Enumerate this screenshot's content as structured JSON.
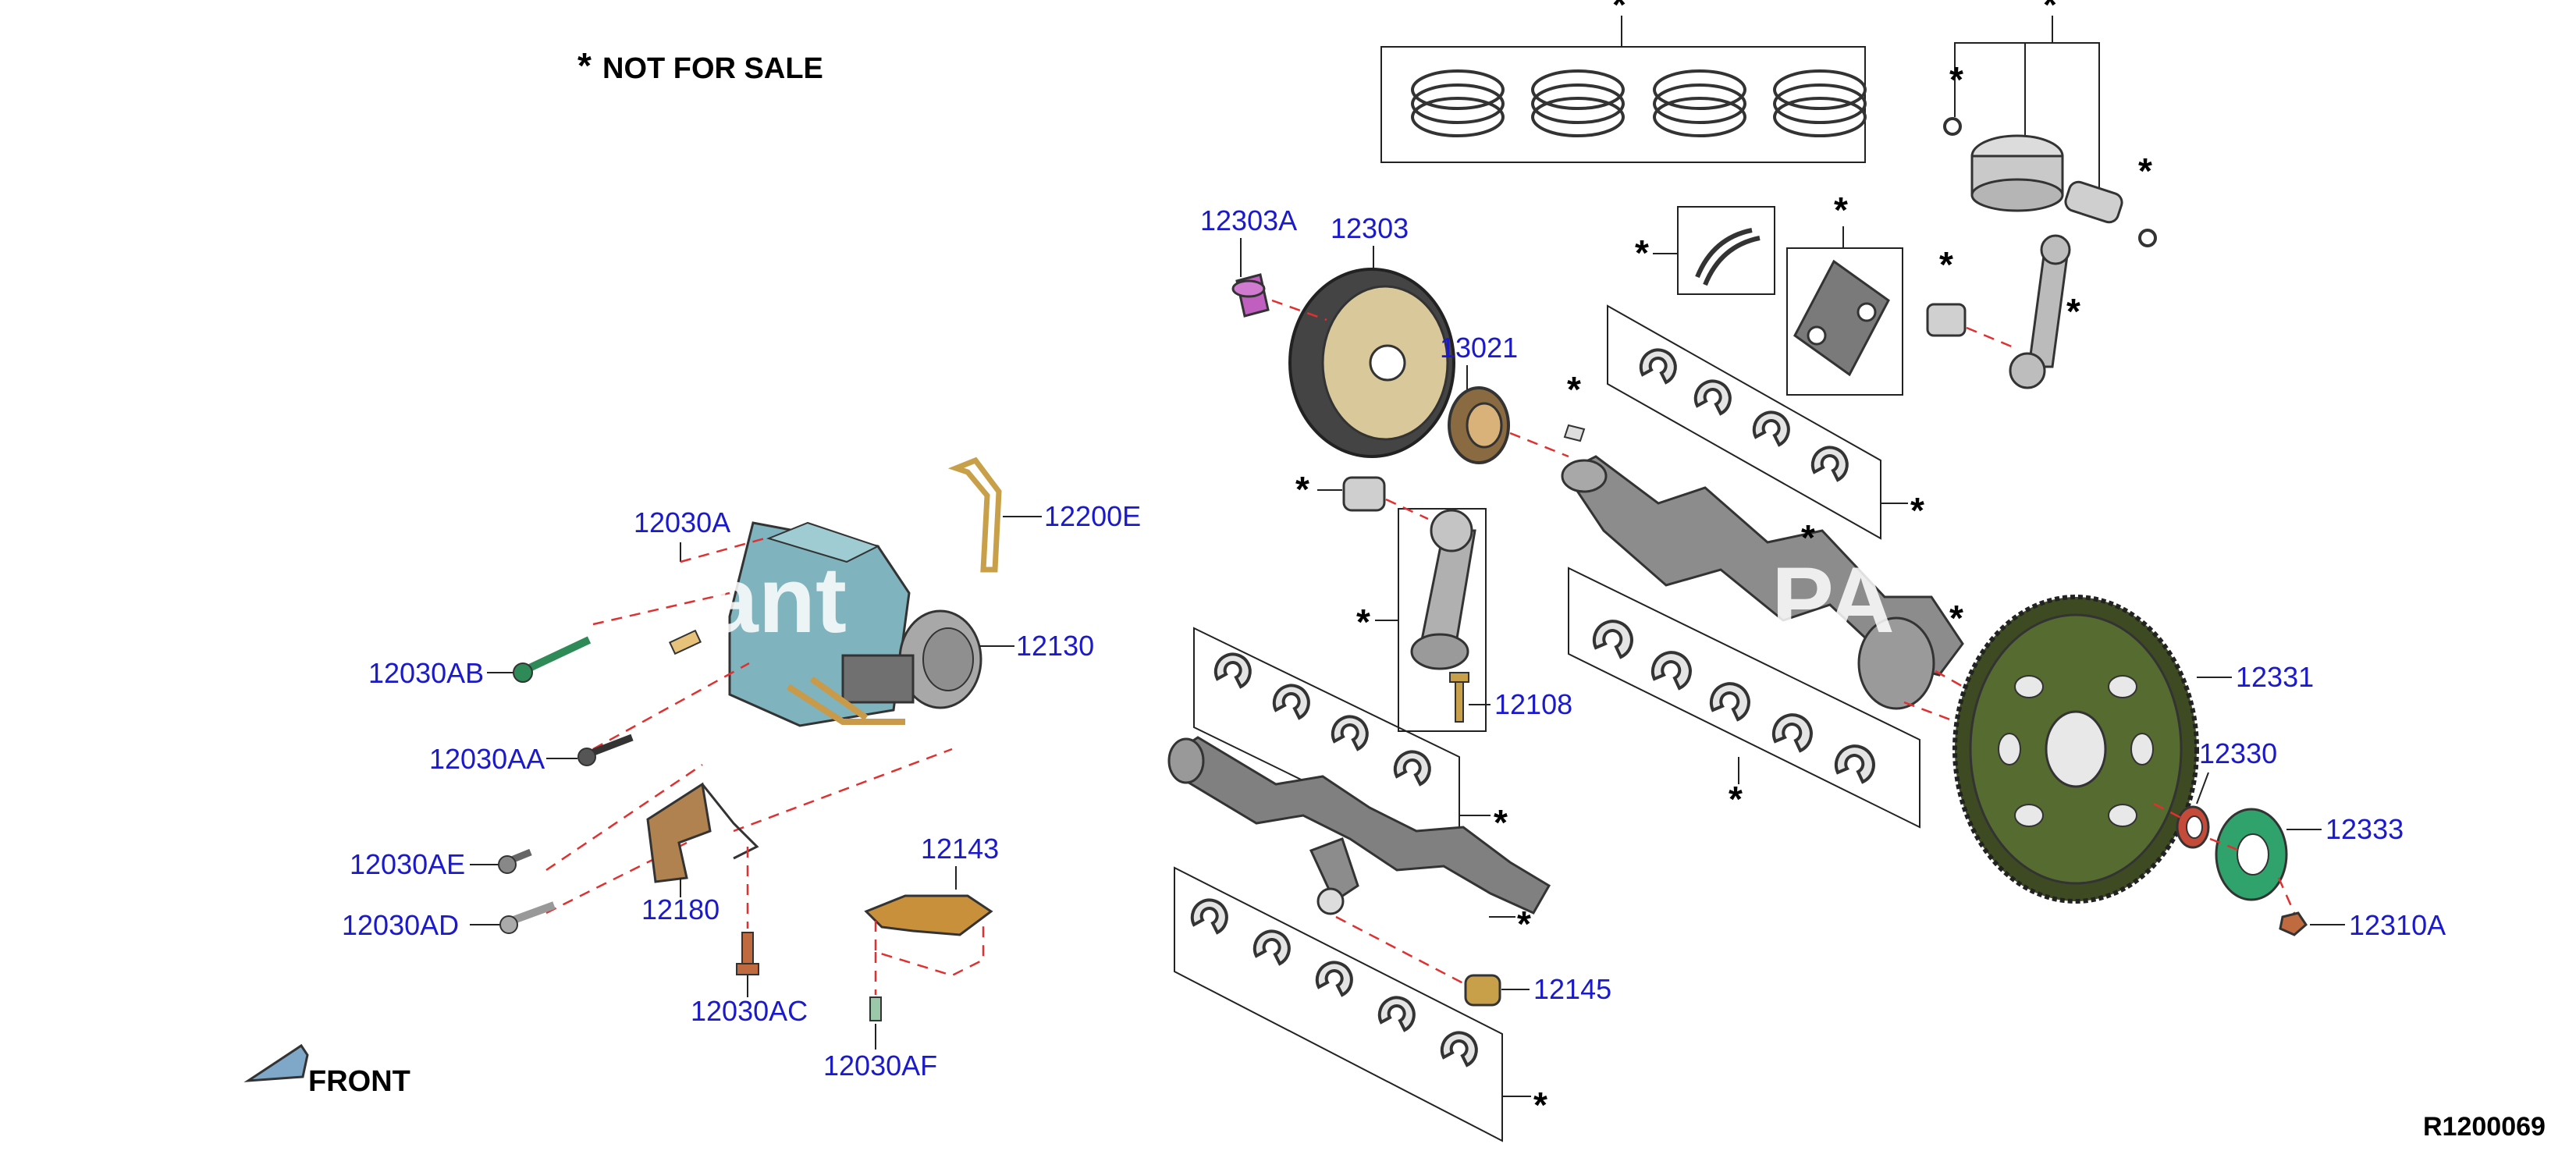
{
  "header": {
    "note": "NOT FOR SALE",
    "note_marker": "*"
  },
  "footer": {
    "front_label": "FRONT",
    "reference_code": "R1200069"
  },
  "watermark": {
    "left_fragment": "ant",
    "right_fragment": "PA"
  },
  "callouts": {
    "c12303A": "12303A",
    "c12303": "12303",
    "c13021": "13021",
    "c12200E": "12200E",
    "c12030A": "12030A",
    "c12130": "12130",
    "c12030AB": "12030AB",
    "c12030AA": "12030AA",
    "c12030AE": "12030AE",
    "c12030AD": "12030AD",
    "c12180": "12180",
    "c12143": "12143",
    "c12030AC": "12030AC",
    "c12030AF": "12030AF",
    "c12108": "12108",
    "c12145": "12145",
    "c12331": "12331",
    "c12330": "12330",
    "c12333": "12333",
    "c12310A": "12310A"
  },
  "star": "*",
  "colors": {
    "label": "#1a1acc",
    "leader_dashed": "#e03030",
    "oil_pump_body": "#7fb3bd",
    "pulley_face": "#d9c89a",
    "flywheel": "#556b2f",
    "bracket": "#b0824f",
    "gasket": "#2fa36b",
    "seal": "#c44a3a",
    "bolt_magenta": "#c05fc0",
    "bushing": "#c8a04a"
  }
}
